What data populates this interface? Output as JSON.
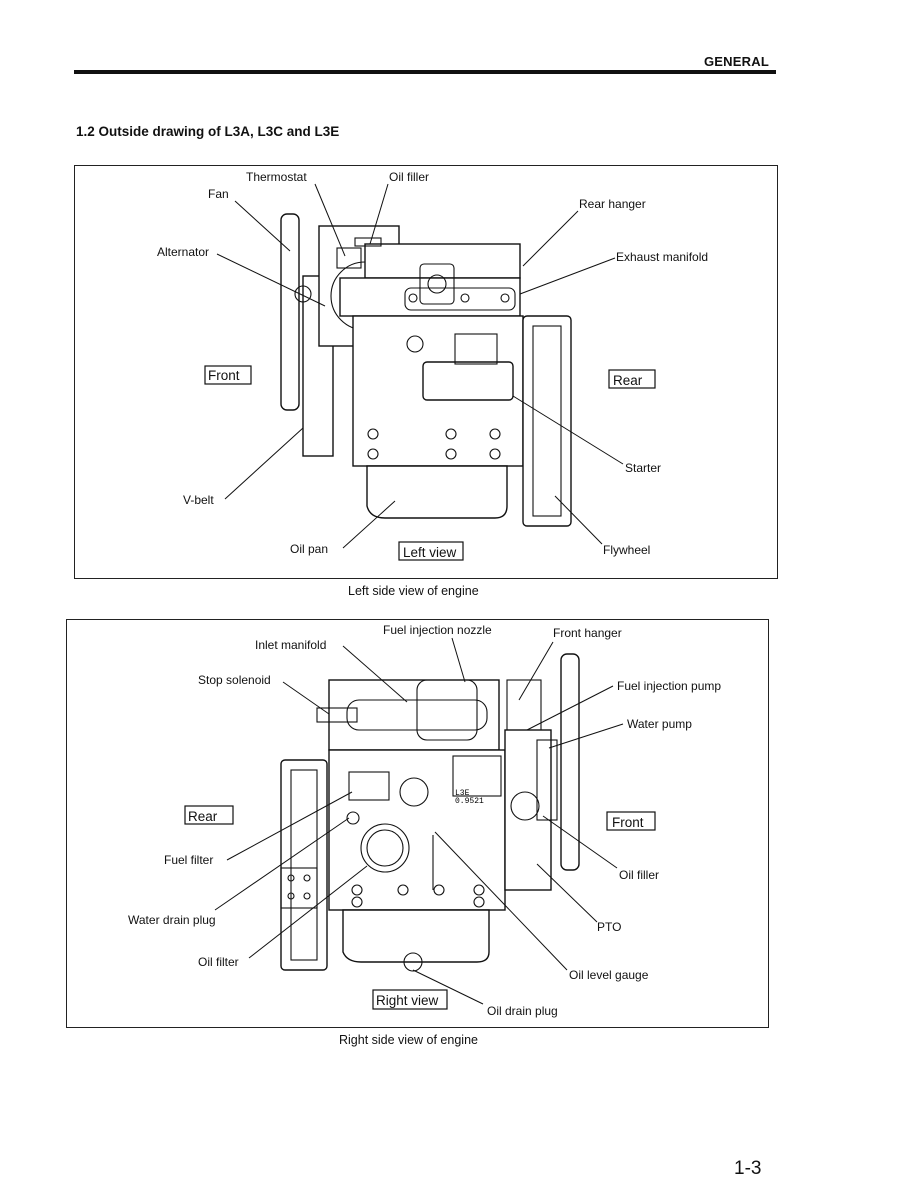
{
  "header": {
    "section": "GENERAL"
  },
  "section_title": "1.2  Outside drawing of L3A, L3C and L3E",
  "left_view": {
    "caption": "Left side view of engine",
    "labels": {
      "thermostat": "Thermostat",
      "oil_filler": "Oil filler",
      "fan": "Fan",
      "rear_hanger": "Rear hanger",
      "alternator": "Alternator",
      "exhaust_manifold": "Exhaust manifold",
      "front": "Front",
      "rear": "Rear",
      "starter": "Starter",
      "v_belt": "V-belt",
      "oil_pan": "Oil pan",
      "view_tag": "Left view",
      "flywheel": "Flywheel"
    }
  },
  "right_view": {
    "caption": "Right side view of engine",
    "labels": {
      "fuel_injection_nozzle": "Fuel injection nozzle",
      "front_hanger": "Front hanger",
      "inlet_manifold": "Inlet manifold",
      "stop_solenoid": "Stop solenoid",
      "fuel_injection_pump": "Fuel injection pump",
      "water_pump": "Water pump",
      "rear": "Rear",
      "front": "Front",
      "fuel_filter": "Fuel filter",
      "oil_filler": "Oil filler",
      "water_drain_plug": "Water drain plug",
      "pto": "PTO",
      "oil_filter": "Oil filter",
      "oil_level_gauge": "Oil level gauge",
      "view_tag": "Right view",
      "oil_drain_plug": "Oil drain plug",
      "plate_model": "L3E",
      "plate_serial": "0.9521"
    }
  },
  "page_number": "1-3"
}
